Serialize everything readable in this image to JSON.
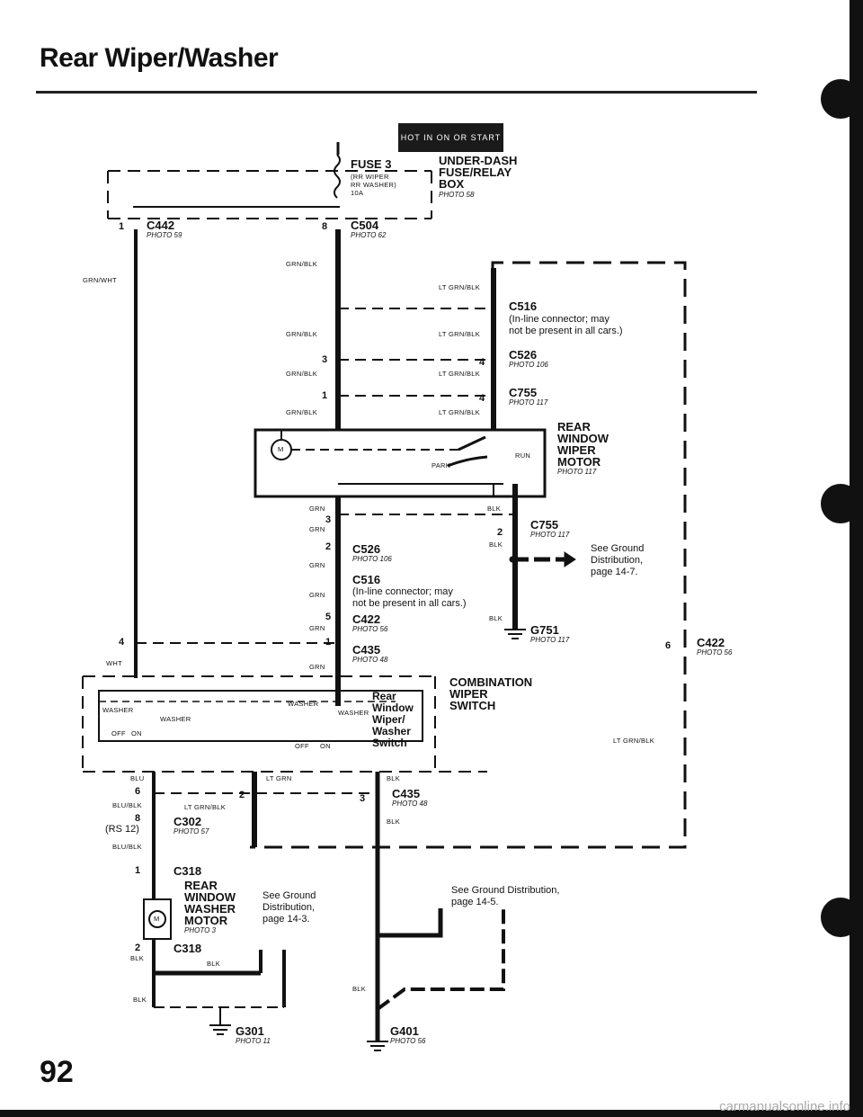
{
  "title": "Rear Wiper/Washer",
  "page_number": "92",
  "watermark": "carmanualsonline.info",
  "hot_label": "HOT IN ON OR START",
  "boxes": {
    "fuse_box": {
      "name": "UNDER-DASH FUSE/RELAY BOX",
      "line1": "UNDER-DASH",
      "line2": "FUSE/RELAY",
      "line3": "BOX",
      "photo": "PHOTO 58"
    },
    "fuse": {
      "name": "FUSE 3",
      "desc1": "(RR WIPER",
      "desc2": "RR WASHER)",
      "rating": "10A"
    },
    "wiper_motor": {
      "line1": "REAR",
      "line2": "WINDOW",
      "line3": "WIPER",
      "line4": "MOTOR",
      "photo": "PHOTO 117",
      "park": "PARK",
      "run": "RUN",
      "m": "M"
    },
    "combo_switch": {
      "line1": "COMBINATION",
      "line2": "WIPER",
      "line3": "SWITCH",
      "sub1": "Rear",
      "sub2": "Window",
      "sub3": "Wiper/",
      "sub4": "Washer",
      "sub5": "Switch",
      "washer": "WASHER",
      "off": "OFF",
      "on": "ON"
    },
    "washer_motor": {
      "line1": "REAR",
      "line2": "WINDOW",
      "line3": "WASHER",
      "line4": "MOTOR",
      "photo": "PHOTO 3",
      "m": "M"
    }
  },
  "connectors": {
    "c442": {
      "name": "C442",
      "photo": "PHOTO 59",
      "pin": "1"
    },
    "c504": {
      "name": "C504",
      "photo": "PHOTO 62",
      "pin": "8"
    },
    "c516_top": {
      "name": "C516",
      "note1": "(In-line connector; may",
      "note2": "not be present in all cars.)"
    },
    "c526_top": {
      "name": "C526",
      "photo": "PHOTO 106",
      "pin_l": "3",
      "pin_r": "4"
    },
    "c755_top": {
      "name": "C755",
      "photo": "PHOTO 117",
      "pin_l": "1",
      "pin_r": "4"
    },
    "c755_bot": {
      "name": "C755",
      "photo": "PHOTO 117",
      "pin_l": "3",
      "pin_r": "2"
    },
    "c526_bot": {
      "name": "C526",
      "photo": "PHOTO 106",
      "pin": "2"
    },
    "c516_bot": {
      "name": "C516",
      "note1": "(In-line connector; may",
      "note2": "not be present in all cars.)"
    },
    "c422_mid": {
      "name": "C422",
      "photo": "PHOTO 56",
      "pin": "5"
    },
    "c435_mid": {
      "name": "C435",
      "photo": "PHOTO 48",
      "pin": "1"
    },
    "c422_right": {
      "name": "C422",
      "photo": "PHOTO 56",
      "pin": "6"
    },
    "c435_bot": {
      "name": "C435",
      "photo": "PHOTO 48",
      "pin": "3"
    },
    "c302": {
      "name": "C302",
      "photo": "PHOTO 57",
      "pin": "8",
      "variant": "(RS 12)"
    },
    "c318_top": {
      "name": "C318",
      "pin": "1"
    },
    "c318_bot": {
      "name": "C318",
      "pin": "2"
    },
    "wht_pin": "4",
    "blu_pin": "6",
    "ltgrn_pin": "2"
  },
  "grounds": {
    "g751": {
      "name": "G751",
      "photo": "PHOTO 117"
    },
    "g301": {
      "name": "G301",
      "photo": "PHOTO 11"
    },
    "g401": {
      "name": "G401",
      "photo": "PHOTO 56"
    }
  },
  "notes": {
    "ground_147_1": "See Ground",
    "ground_147_2": "Distribution,",
    "ground_147_3": "page 14-7.",
    "ground_143_1": "See Ground",
    "ground_143_2": "Distribution,",
    "ground_143_3": "page 14-3.",
    "ground_145_1": "See Ground Distribution,",
    "ground_145_2": "page 14-5."
  },
  "wires": {
    "grn_wht": "GRN/WHT",
    "grn_blk": "GRN/BLK",
    "lt_grn_blk": "LT GRN/BLK",
    "grn": "GRN",
    "blk": "BLK",
    "wht": "WHT",
    "blu": "BLU",
    "blu_blk": "BLU/BLK",
    "lt_grn": "LT GRN"
  },
  "colors": {
    "ink": "#111111",
    "paper": "#ffffff",
    "hot_bg": "#1a1a1a"
  }
}
